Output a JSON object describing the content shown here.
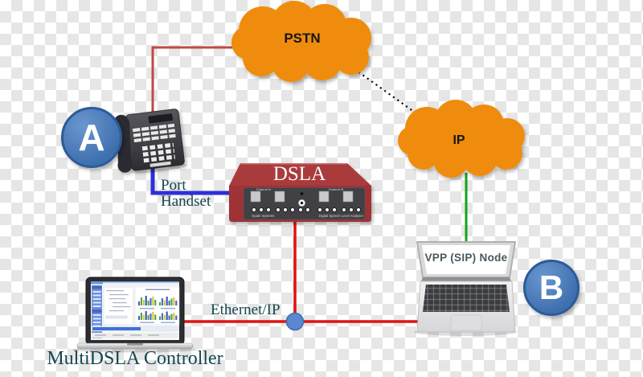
{
  "clouds": {
    "pstn": "PSTN",
    "ip": "IP"
  },
  "endpoints": {
    "a": "A",
    "b": "B"
  },
  "dsla": {
    "name": "DSLA",
    "channel_a": "Channel A",
    "channel_b": "Channel B",
    "maker": "Opale Systems",
    "product": "Digital Speech Level Analyser"
  },
  "phone": {
    "port": "Port",
    "handset": "Handset"
  },
  "links": {
    "ethernet": "Ethernet/IP"
  },
  "vpp_node": {
    "label": "VPP (SIP) Node"
  },
  "controller": {
    "label": "MultiDSLA Controller"
  },
  "colors": {
    "cloud_orange": "#EF8C11",
    "pstn_line_red": "#BF4944",
    "lan_line_red": "#DE1410",
    "handset_line_blue": "#2F2FD6",
    "ip_line_green": "#17A317",
    "node_circle_blue": "#3E6FAE",
    "dsla_red": "#A93A3C",
    "label_teal": "#16474F",
    "junction_blue": "#5B87CE"
  }
}
